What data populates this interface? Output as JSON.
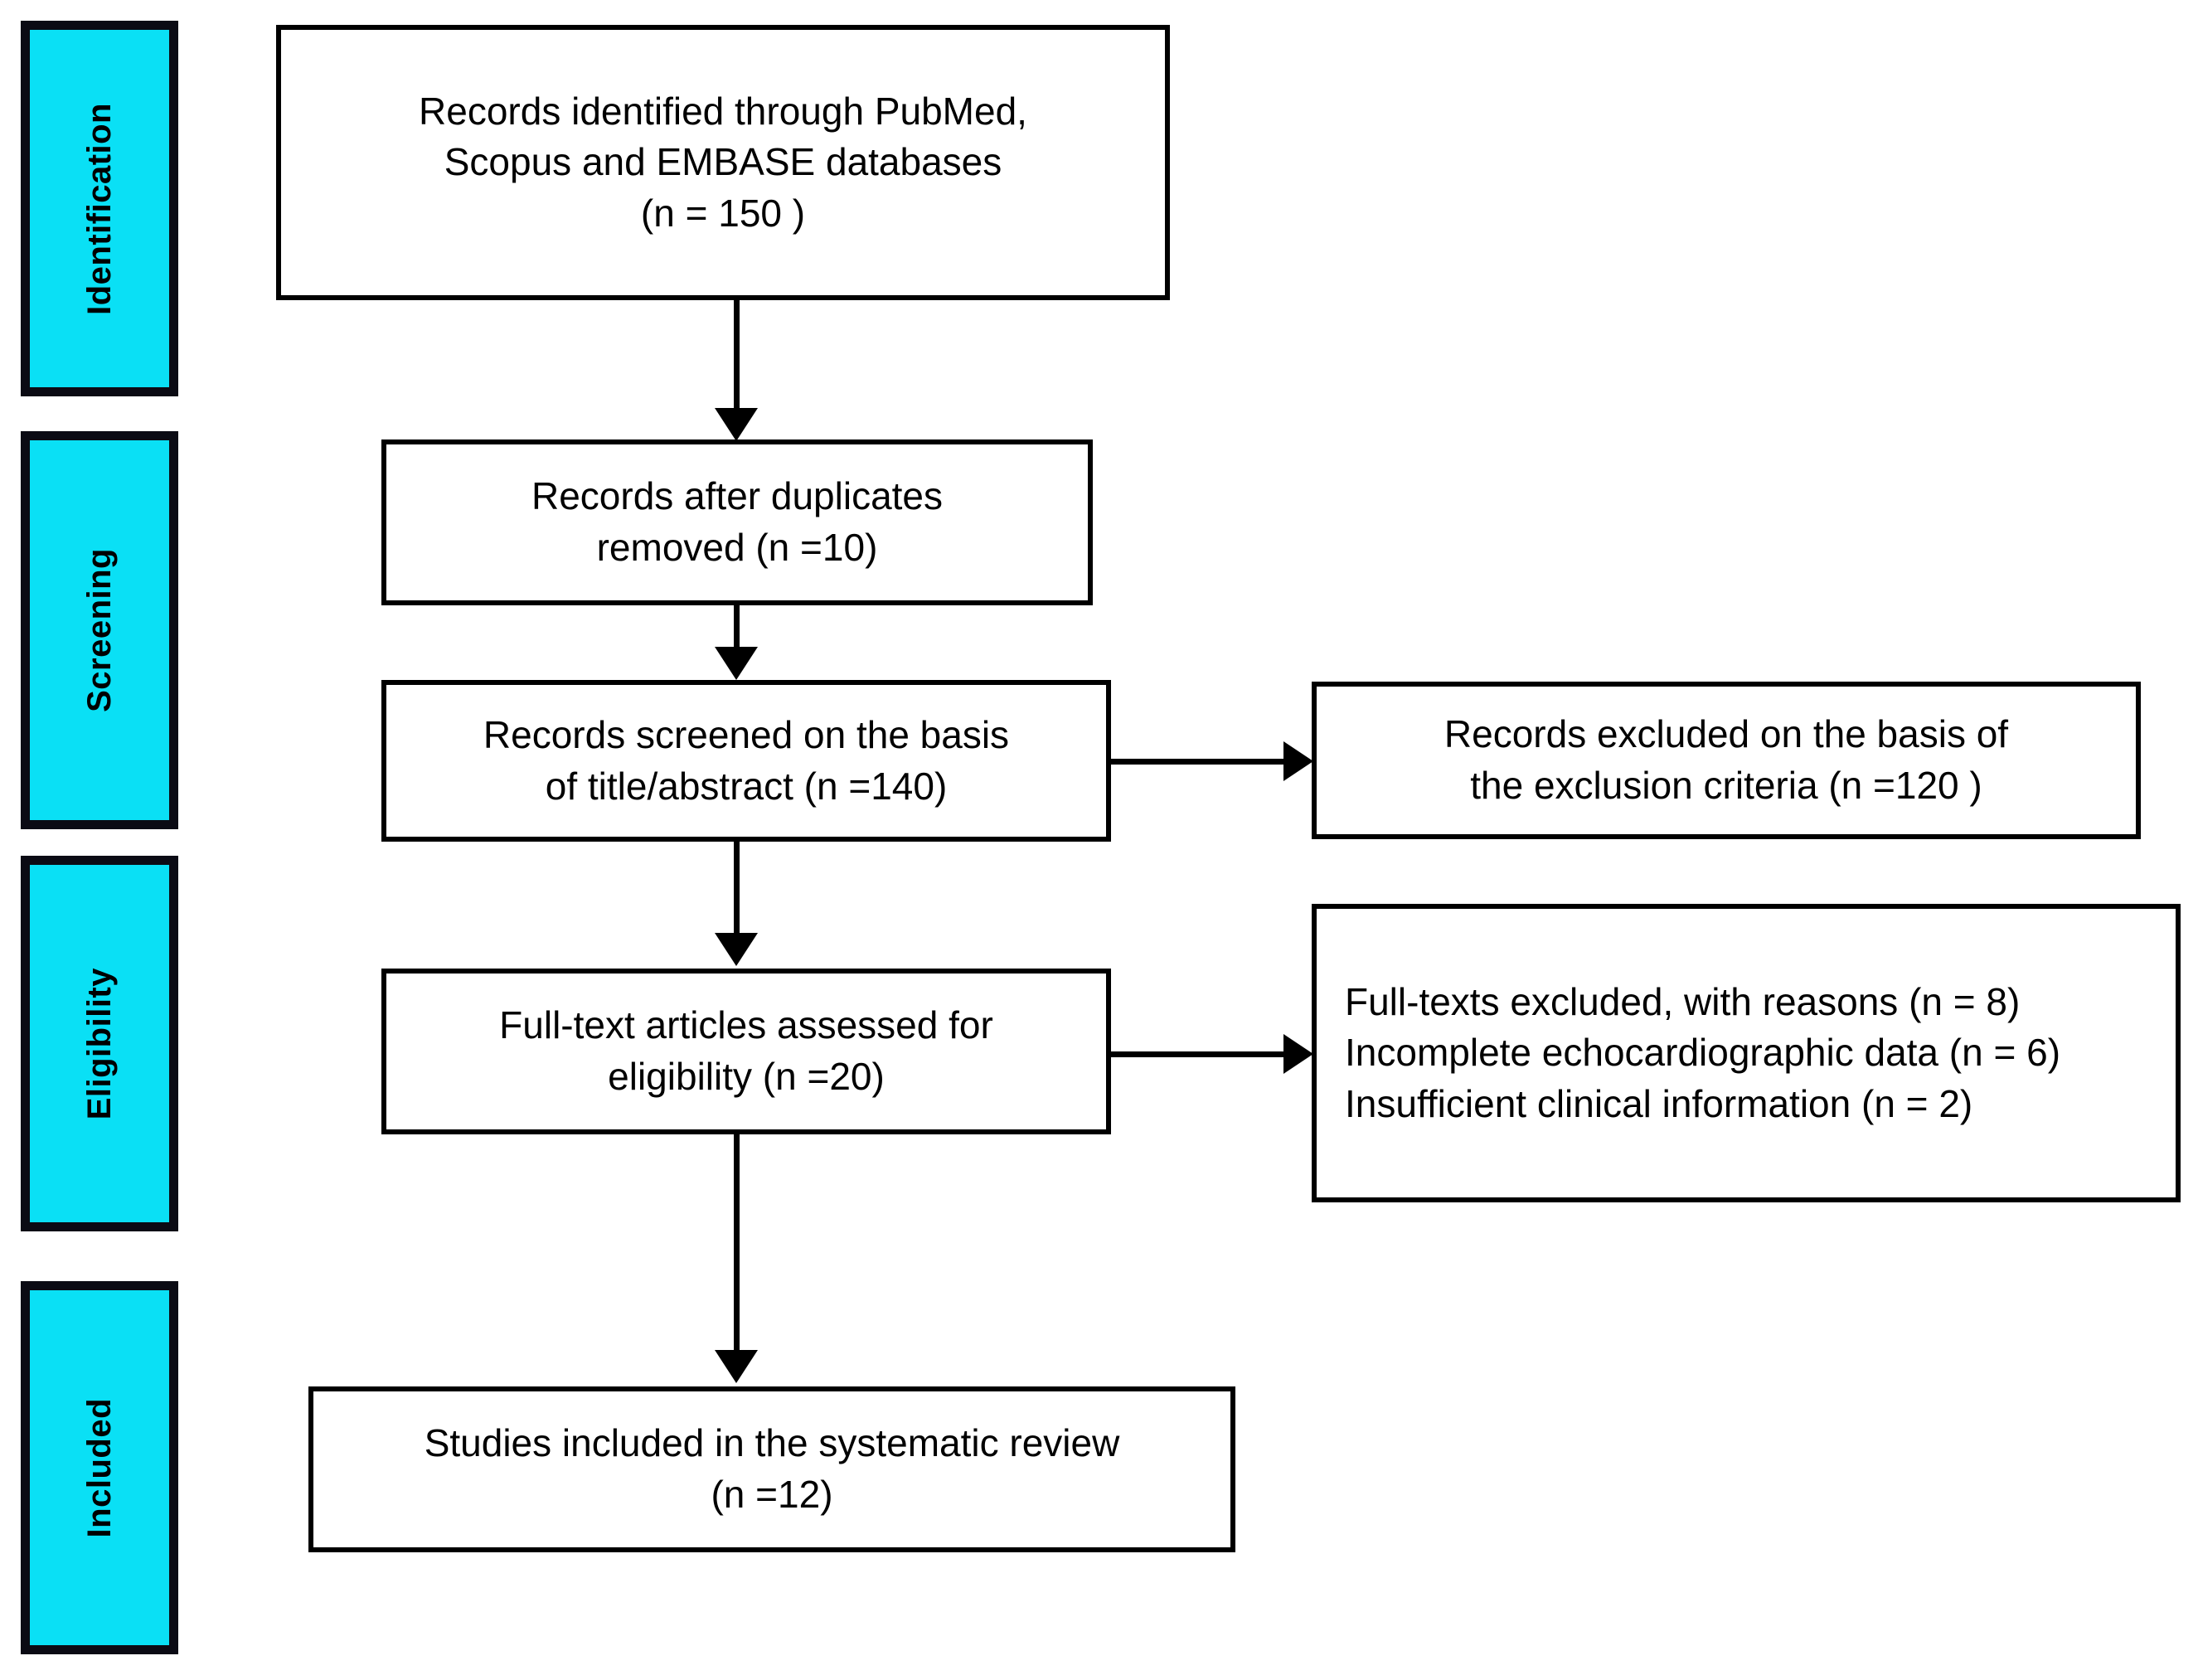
{
  "diagram": {
    "type": "prisma-flow-diagram",
    "accent_color": "#0ae0f5",
    "line_color": "#000000",
    "background_color": "#ffffff"
  },
  "stages": [
    {
      "label": "Identification"
    },
    {
      "label": "Screening"
    },
    {
      "label": "Eligibility"
    },
    {
      "label": "Included"
    }
  ],
  "nodes": {
    "identified": {
      "lines": [
        "Records identified through PubMed,",
        "Scopus  and EMBASE databases",
        "(n = 150 )"
      ]
    },
    "deduplicated": {
      "lines": [
        "Records after duplicates",
        "removed (n =10)"
      ]
    },
    "screened": {
      "lines": [
        "Records screened on the basis",
        "of title/abstract (n =140)"
      ]
    },
    "records_excluded": {
      "lines": [
        "Records excluded on the basis of",
        "the exclusion criteria (n =120 )"
      ]
    },
    "fulltext_assessed": {
      "lines": [
        "Full-text articles assessed  for",
        "eligibility (n =20)"
      ]
    },
    "fulltext_excluded": {
      "lines": [
        "Full-texts excluded, with reasons (n = 8)",
        "Incomplete echocardiographic data (n = 6)",
        "Insufficient clinical information (n = 2)"
      ]
    },
    "included": {
      "lines": [
        "Studies included in the systematic review",
        "(n =12)"
      ]
    }
  },
  "counts": {
    "identified": 150,
    "duplicates_removed": 10,
    "screened": 140,
    "records_excluded": 120,
    "fulltext_assessed": 20,
    "fulltext_excluded_total": 8,
    "incomplete_echocardiographic_data": 6,
    "insufficient_clinical_information": 2,
    "included": 12
  }
}
